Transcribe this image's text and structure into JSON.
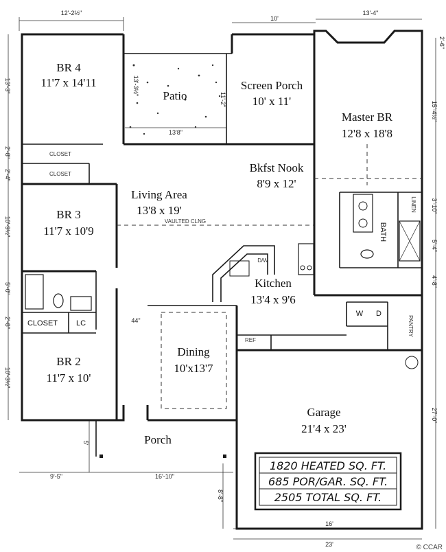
{
  "rooms": {
    "br4": {
      "name": "BR 4",
      "size": "11'7 x 14'11"
    },
    "patio": {
      "name": "Patio"
    },
    "screen_porch": {
      "name": "Screen Porch",
      "size": "10' x 11'"
    },
    "master_br": {
      "name": "Master BR",
      "size": "12'8 x 18'8"
    },
    "bkfst_nook": {
      "name": "Bkfst Nook",
      "size": "8'9 x 12'"
    },
    "living_area": {
      "name": "Living Area",
      "size": "13'8 x 19'"
    },
    "br3": {
      "name": "BR 3",
      "size": "11'7 x 10'9"
    },
    "kitchen": {
      "name": "Kitchen",
      "size": "13'4 x 9'6"
    },
    "br2": {
      "name": "BR 2",
      "size": "11'7 x 10'"
    },
    "dining": {
      "name": "Dining",
      "size": "10'x13'7"
    },
    "garage": {
      "name": "Garage",
      "size": "21'4 x 23'"
    },
    "porch": {
      "name": "Porch"
    }
  },
  "fixtures": {
    "closet": "CLOSET",
    "lc": "LC",
    "washer": "W",
    "dryer": "D",
    "bath": "BATH",
    "pantry": "PANTRY",
    "linen": "LINEN",
    "closet_br4": "CLOSET",
    "closet_br3": "CLOSET",
    "dw": "D/W",
    "ref": "REF",
    "vaulted": "VAULTED CLNG"
  },
  "dimensions": {
    "top_left": "12'-2½\"",
    "top_mid": "10'",
    "top_right": "13'-4\"",
    "patio_width": "13'8\"",
    "patio_height": "13'-3½\"",
    "screen_porch_height": "11'-2\"",
    "left_br4": "13'-3\"",
    "left_a": "2'-8\"",
    "left_b": "2'-4\"",
    "left_br3": "10'-9½\"",
    "left_c": "5'-0\"",
    "left_d": "2'-8\"",
    "left_br2": "10'-3½\"",
    "right_a": "2'-6\"",
    "right_master": "15'-4½\"",
    "right_b": "3'-10\"",
    "right_c": "5'-4\"",
    "right_d": "4'-8\"",
    "right_garage": "27'-0\"",
    "hall": "44\"",
    "porch_depth": "5'",
    "bottom_left": "9'-5\"",
    "bottom_mid": "16'-10\"",
    "bottom_garage_a": "16'",
    "bottom_garage_b": "23'",
    "garage_depth": "8'-8\""
  },
  "area_box": {
    "heated": "1820 HEATED SQ. FT.",
    "porch_garage": "685 POR/GAR. SQ. FT.",
    "total": "2505 TOTAL SQ. FT."
  },
  "watermark": "© CCAR"
}
